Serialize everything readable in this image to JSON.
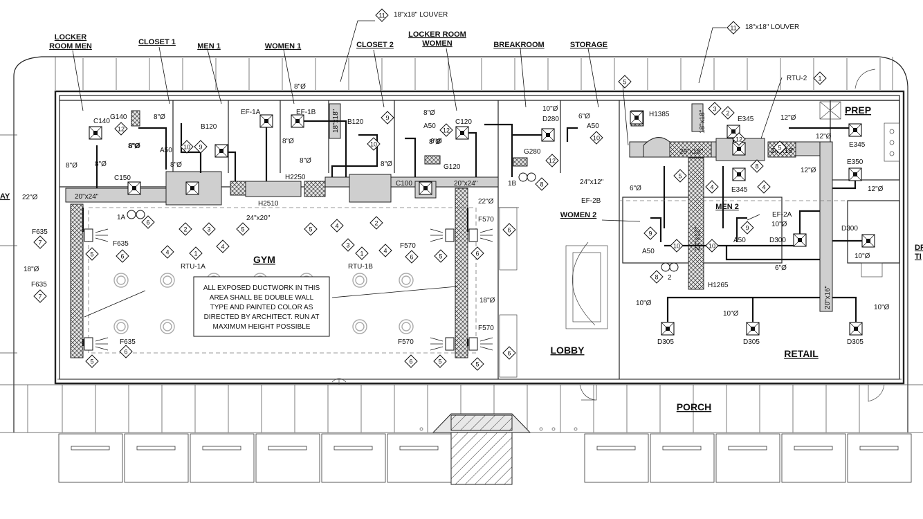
{
  "rooms": {
    "locker_men": [
      "LOCKER",
      "ROOM MEN"
    ],
    "closet1": "CLOSET 1",
    "men1": "MEN 1",
    "women1": "WOMEN 1",
    "closet2": "CLOSET 2",
    "locker_women": [
      "LOCKER ROOM",
      "WOMEN"
    ],
    "breakroom": "BREAKROOM",
    "storage": "STORAGE",
    "prep": "PREP",
    "gym": "GYM",
    "lobby": "LOBBY",
    "retail": "RETAIL",
    "porch": "PORCH",
    "women2": "WOMEN 2",
    "men2": "MEN 2",
    "edge_left": "AY",
    "edge_right": [
      "DF",
      "TI"
    ]
  },
  "louvers": {
    "left": {
      "num": "11",
      "text": "18\"x18\" LOUVER"
    },
    "right": {
      "num": "11",
      "text": "18\"x18\" LOUVER"
    }
  },
  "rtu2": {
    "label": "RTU-2",
    "num": "1"
  },
  "note": [
    "ALL EXPOSED DUCTWORK IN THIS",
    "AREA SHALL BE DOUBLE WALL",
    "TYPE AND PAINTED COLOR AS",
    "DIRECTED BY ARCHITECT. RUN AT",
    "MAXIMUM HEIGHT POSSIBLE"
  ],
  "equipment_labels": [
    {
      "id": "c140",
      "text": "C140"
    },
    {
      "id": "g140",
      "text": "G140"
    },
    {
      "id": "b120a",
      "text": "B120"
    },
    {
      "id": "ef1a",
      "text": "EF-1A"
    },
    {
      "id": "ef1b",
      "text": "EF-1B"
    },
    {
      "id": "b120b",
      "text": "B120"
    },
    {
      "id": "a50a",
      "text": "A50"
    },
    {
      "id": "a50b",
      "text": "A50"
    },
    {
      "id": "c120",
      "text": "C120"
    },
    {
      "id": "d280",
      "text": "D280"
    },
    {
      "id": "a50c",
      "text": "A50"
    },
    {
      "id": "g280",
      "text": "G280"
    },
    {
      "id": "g120",
      "text": "G120"
    },
    {
      "id": "c100",
      "text": "C100"
    },
    {
      "id": "c150",
      "text": "C150"
    },
    {
      "id": "h2250",
      "text": "H2250"
    },
    {
      "id": "h2510",
      "text": "H2510"
    },
    {
      "id": "rtu1a",
      "text": "RTU-1A"
    },
    {
      "id": "rtu1b",
      "text": "RTU-1B"
    },
    {
      "id": "h1385",
      "text": "H1385"
    },
    {
      "id": "e345a",
      "text": "E345"
    },
    {
      "id": "e345b",
      "text": "E345"
    },
    {
      "id": "e345c",
      "text": "E345"
    },
    {
      "id": "e350",
      "text": "E350"
    },
    {
      "id": "ef2b",
      "text": "EF-2B"
    },
    {
      "id": "ef2a",
      "text": "EF-2A"
    },
    {
      "id": "d300a",
      "text": "D300"
    },
    {
      "id": "d300b",
      "text": "D300"
    },
    {
      "id": "a50d",
      "text": "A50"
    },
    {
      "id": "a50e",
      "text": "A50"
    },
    {
      "id": "h1265",
      "text": "H1265"
    },
    {
      "id": "d305a",
      "text": "D305"
    },
    {
      "id": "d305b",
      "text": "D305"
    },
    {
      "id": "d305c",
      "text": "D305"
    },
    {
      "id": "f635a",
      "text": "F635"
    },
    {
      "id": "f635b",
      "text": "F635"
    },
    {
      "id": "f635c",
      "text": "F635"
    },
    {
      "id": "f635d",
      "text": "F635"
    },
    {
      "id": "f570a",
      "text": "F570"
    },
    {
      "id": "f570b",
      "text": "F570"
    },
    {
      "id": "f570c",
      "text": "F570"
    },
    {
      "id": "f570d",
      "text": "F570"
    },
    {
      "id": "tag1a",
      "text": "1A"
    },
    {
      "id": "tag1b",
      "text": "1B"
    },
    {
      "id": "tag2",
      "text": "2"
    }
  ],
  "duct_sizes": [
    {
      "id": "d20x24a",
      "text": "20\"x24\""
    },
    {
      "id": "d20x24b",
      "text": "20\"x24\""
    },
    {
      "id": "d24x20",
      "text": "24\"x20\""
    },
    {
      "id": "d18x18a",
      "text": "18\"x18\""
    },
    {
      "id": "d18x18b",
      "text": "18\"x18\""
    },
    {
      "id": "d28x18",
      "text": "28\"x18\""
    },
    {
      "id": "d24x18",
      "text": "24\"x18\""
    },
    {
      "id": "d24x12a",
      "text": "24\"x12\""
    },
    {
      "id": "d24x12b",
      "text": "24\"x12\""
    },
    {
      "id": "d20x16",
      "text": "20\"x16\""
    },
    {
      "id": "p8a",
      "text": "8\"Ø"
    },
    {
      "id": "p8b",
      "text": "8\"Ø"
    },
    {
      "id": "p8c",
      "text": "8\"Ø"
    },
    {
      "id": "p8d",
      "text": "8\"Ø"
    },
    {
      "id": "p8e",
      "text": "8\"Ø"
    },
    {
      "id": "p8f",
      "text": "8\"Ø"
    },
    {
      "id": "p8g",
      "text": "8\"Ø"
    },
    {
      "id": "p8h",
      "text": "8\"Ø"
    },
    {
      "id": "p8i",
      "text": "8\"Ø"
    },
    {
      "id": "p8j",
      "text": "8\"Ø"
    },
    {
      "id": "p8k",
      "text": "8\"Ø"
    },
    {
      "id": "p8l",
      "text": "8\"Ø"
    },
    {
      "id": "p6a",
      "text": "6\"Ø"
    },
    {
      "id": "p6b",
      "text": "6\"Ø"
    },
    {
      "id": "p6c",
      "text": "6\"Ø"
    },
    {
      "id": "p6d",
      "text": "6\"Ø"
    },
    {
      "id": "p6e",
      "text": "6\"Ø"
    },
    {
      "id": "p10a",
      "text": "10\"Ø"
    },
    {
      "id": "p10b",
      "text": "10\"Ø"
    },
    {
      "id": "p10c",
      "text": "10\"Ø"
    },
    {
      "id": "p10d",
      "text": "10\"Ø"
    },
    {
      "id": "p10e",
      "text": "10\"Ø"
    },
    {
      "id": "p12a",
      "text": "12\"Ø"
    },
    {
      "id": "p12b",
      "text": "12\"Ø"
    },
    {
      "id": "p12c",
      "text": "12\"Ø"
    },
    {
      "id": "p12d",
      "text": "12\"Ø"
    },
    {
      "id": "p18a",
      "text": "18\"Ø"
    },
    {
      "id": "p18b",
      "text": "18\"Ø"
    },
    {
      "id": "p22a",
      "text": "22\"Ø"
    },
    {
      "id": "p22b",
      "text": "22\"Ø"
    }
  ],
  "diamond_tags": [
    {
      "id": "t1",
      "text": "12"
    },
    {
      "id": "t2",
      "text": "10"
    },
    {
      "id": "t3",
      "text": "9"
    },
    {
      "id": "t4",
      "text": "10"
    },
    {
      "id": "t5",
      "text": "9"
    },
    {
      "id": "t6",
      "text": "12"
    },
    {
      "id": "t7",
      "text": "12"
    },
    {
      "id": "t8",
      "text": "8"
    },
    {
      "id": "t9",
      "text": "10"
    },
    {
      "id": "t10",
      "text": "4"
    },
    {
      "id": "t11",
      "text": "1"
    },
    {
      "id": "t12",
      "text": "4"
    },
    {
      "id": "t13",
      "text": "2"
    },
    {
      "id": "t14",
      "text": "3"
    },
    {
      "id": "t15",
      "text": "5"
    },
    {
      "id": "t16",
      "text": "5"
    },
    {
      "id": "t17",
      "text": "4"
    },
    {
      "id": "t18",
      "text": "3"
    },
    {
      "id": "t19",
      "text": "1"
    },
    {
      "id": "t20",
      "text": "2"
    },
    {
      "id": "t21",
      "text": "4"
    },
    {
      "id": "t22",
      "text": "6"
    },
    {
      "id": "t23",
      "text": "6"
    },
    {
      "id": "t24",
      "text": "6"
    },
    {
      "id": "t25",
      "text": "7"
    },
    {
      "id": "t26",
      "text": "7"
    },
    {
      "id": "t27",
      "text": "5"
    },
    {
      "id": "t28",
      "text": "6"
    },
    {
      "id": "t29",
      "text": "5"
    },
    {
      "id": "t30",
      "text": "6"
    },
    {
      "id": "t31",
      "text": "5"
    },
    {
      "id": "t32",
      "text": "6"
    },
    {
      "id": "t33",
      "text": "5"
    },
    {
      "id": "t34",
      "text": "5"
    },
    {
      "id": "t35",
      "text": "6"
    },
    {
      "id": "t36",
      "text": "5"
    },
    {
      "id": "t37",
      "text": "6"
    },
    {
      "id": "t38",
      "text": "8"
    },
    {
      "id": "t39",
      "text": "5"
    },
    {
      "id": "t40",
      "text": "2"
    },
    {
      "id": "t41",
      "text": "3"
    },
    {
      "id": "t42",
      "text": "4"
    },
    {
      "id": "t43",
      "text": "4"
    },
    {
      "id": "t44",
      "text": "9"
    },
    {
      "id": "t45",
      "text": "10"
    },
    {
      "id": "t46",
      "text": "10"
    },
    {
      "id": "t47",
      "text": "9"
    },
    {
      "id": "t48",
      "text": "12"
    },
    {
      "id": "t49",
      "text": "8"
    },
    {
      "id": "t50",
      "text": "5"
    }
  ]
}
